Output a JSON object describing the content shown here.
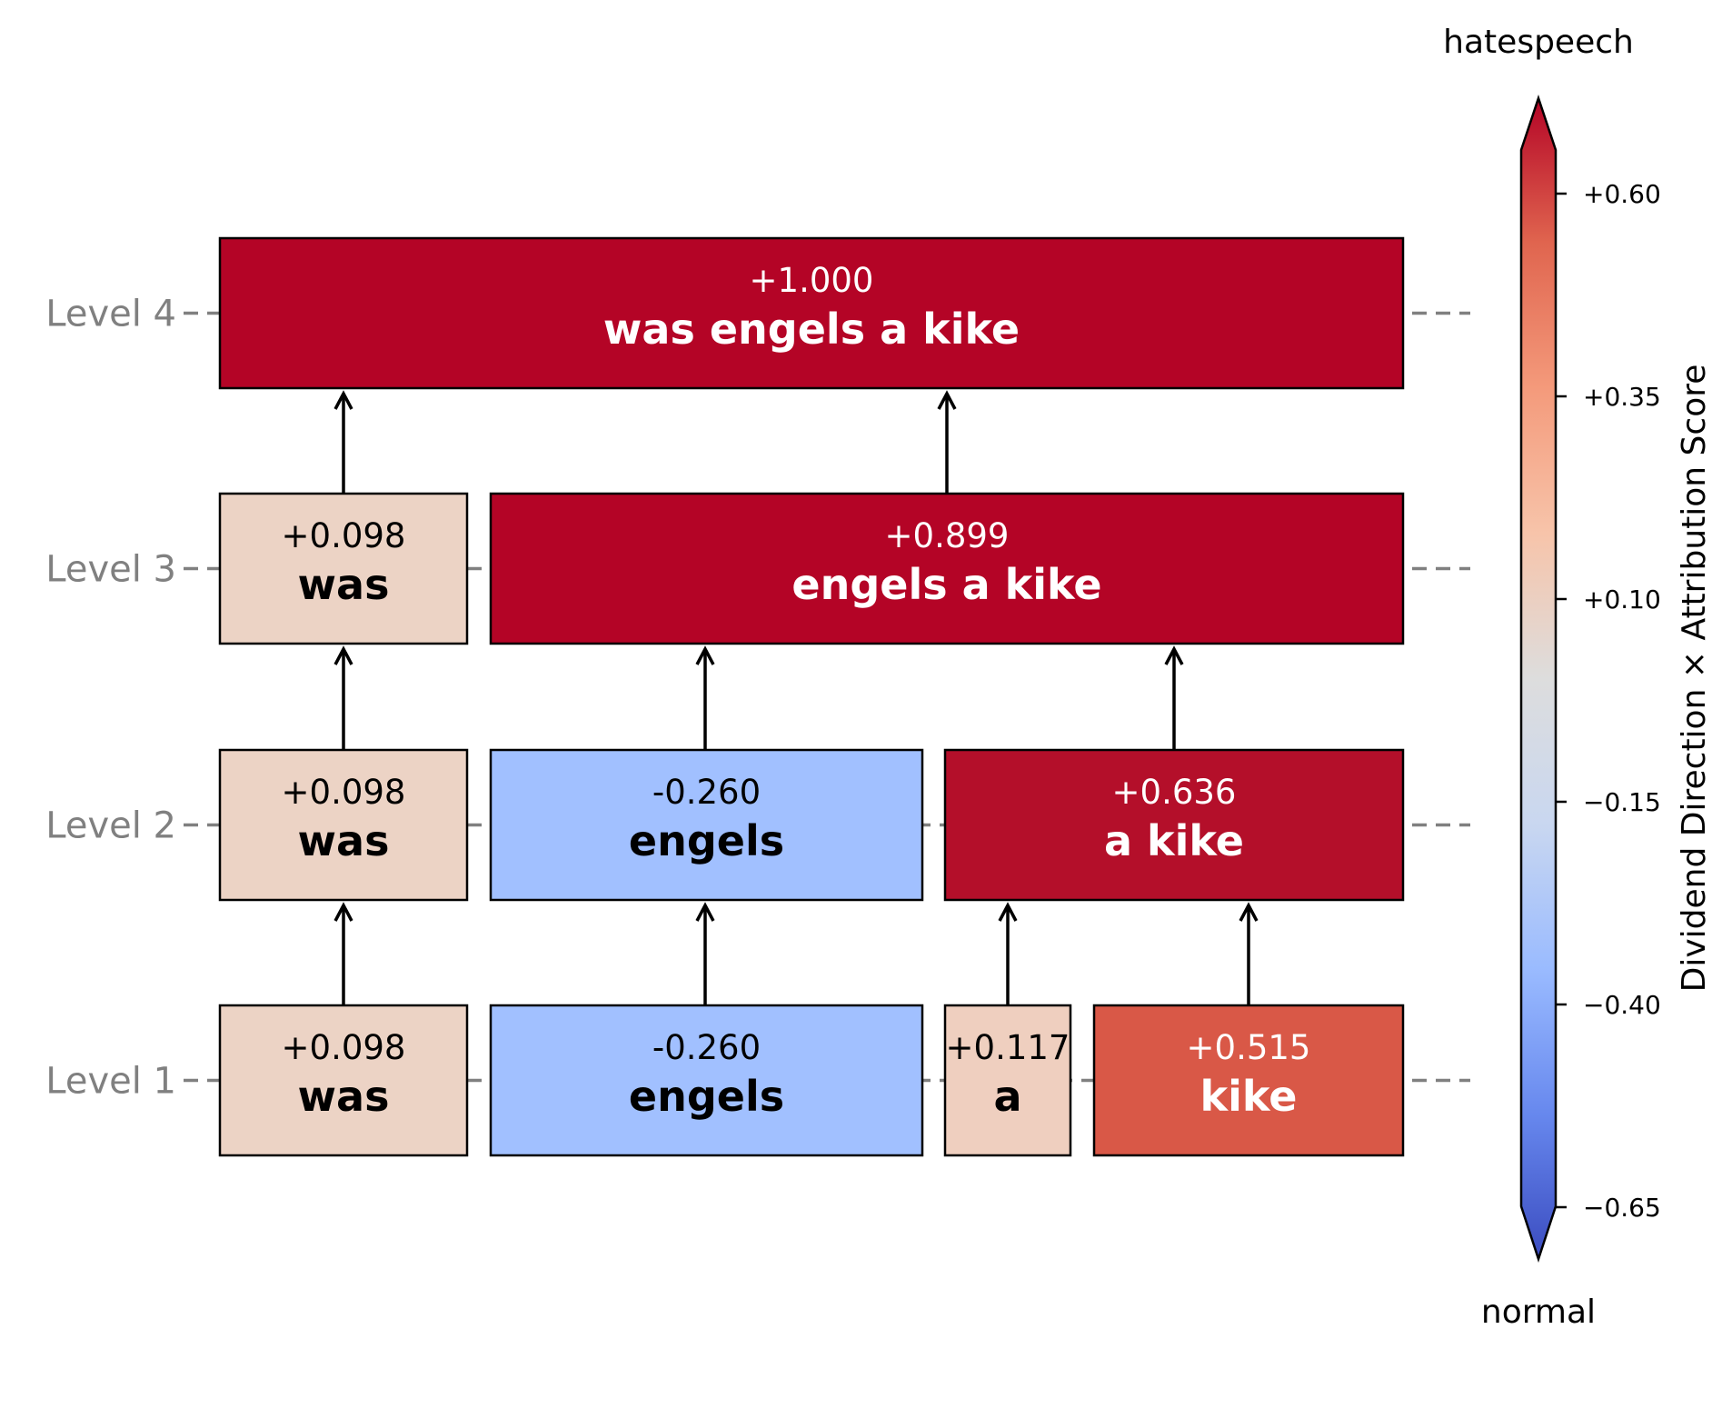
{
  "levels": [
    {
      "label": "Level 1",
      "nodes": [
        {
          "score": "+0.098",
          "text": "was",
          "color": "#ecd3c5",
          "ink": "dark"
        },
        {
          "score": "-0.260",
          "text": "engels",
          "color": "#a1c0ff",
          "ink": "dark"
        },
        {
          "score": "+0.117",
          "text": "a",
          "color": "#efcfbf",
          "ink": "dark"
        },
        {
          "score": "+0.515",
          "text": "kike",
          "color": "#d95847",
          "ink": "light"
        }
      ]
    },
    {
      "label": "Level 2",
      "nodes": [
        {
          "score": "+0.098",
          "text": "was",
          "color": "#ecd3c5",
          "ink": "dark"
        },
        {
          "score": "-0.260",
          "text": "engels",
          "color": "#a1c0ff",
          "ink": "dark"
        },
        {
          "score": "+0.636",
          "text": "a kike",
          "color": "#b40f2a",
          "ink": "light"
        }
      ]
    },
    {
      "label": "Level 3",
      "nodes": [
        {
          "score": "+0.098",
          "text": "was",
          "color": "#ecd3c5",
          "ink": "dark"
        },
        {
          "score": "+0.899",
          "text": "engels a kike",
          "color": "#b40426",
          "ink": "light"
        }
      ]
    },
    {
      "label": "Level 4",
      "nodes": [
        {
          "score": "+1.000",
          "text": "was engels a kike",
          "color": "#b40426",
          "ink": "light"
        }
      ]
    }
  ],
  "colorbar": {
    "top_label": "hatespeech",
    "bottom_label": "normal",
    "axis_label": "Dividend Direction × Attribution Score",
    "ticks": [
      "+0.60",
      "+0.35",
      "+0.10",
      "−0.15",
      "−0.40",
      "−0.65"
    ],
    "tick_values": [
      0.6,
      0.35,
      0.1,
      -0.15,
      -0.4,
      -0.65
    ],
    "range": [
      -0.65,
      0.6
    ],
    "colormap": "coolwarm",
    "colormap_stops": [
      "#3b4cc0",
      "#6788ee",
      "#9abbff",
      "#c9d7f0",
      "#dddddd",
      "#f7c4aa",
      "#f49a7b",
      "#e0654f",
      "#b40426"
    ]
  },
  "colors": {
    "level_label": "#808080",
    "dash": "#808080",
    "text_dark": "#000000",
    "text_light": "#ffffff"
  }
}
